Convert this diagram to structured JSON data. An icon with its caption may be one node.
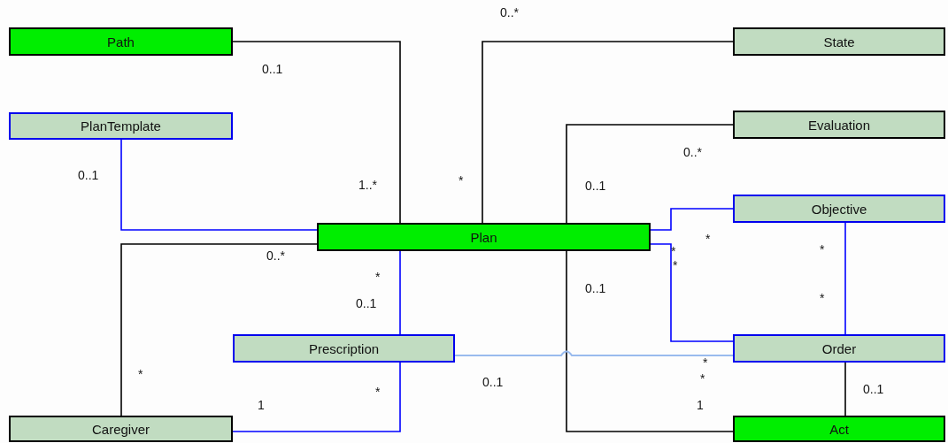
{
  "diagram": {
    "nodes": [
      {
        "text": [
          "Path"
        ]
      },
      {
        "text": [
          "State"
        ]
      },
      {
        "text": [
          "PlanTemplate"
        ]
      },
      {
        "text": [
          "Evaluation"
        ]
      },
      {
        "text": [
          "Plan"
        ]
      },
      {
        "text": [
          "Objective"
        ]
      },
      {
        "text": [
          "Prescription"
        ]
      },
      {
        "text": [
          "Order"
        ]
      },
      {
        "text": [
          "Caregiver"
        ]
      },
      {
        "text": [
          "Act"
        ]
      }
    ],
    "edges": [
      {
        "from": 0,
        "to": 4,
        "arrow": "none"
      },
      {
        "from": 1,
        "to": 4,
        "arrow": "none"
      },
      {
        "from": 3,
        "to": 4,
        "arrow": "none"
      },
      {
        "from": 2,
        "to": 4,
        "arrow": "none",
        "color": "#0000ff"
      },
      {
        "from": 8,
        "to": 4,
        "arrow": "none"
      },
      {
        "from": 4,
        "to": 6,
        "arrow": "none",
        "color": "#0000ff"
      },
      {
        "from": 6,
        "to": 8,
        "arrow": "none",
        "color": "#0000ff"
      },
      {
        "from": 4,
        "to": 5,
        "arrow": "none",
        "color": "#0000ff"
      },
      {
        "from": 4,
        "to": 7,
        "arrow": "none",
        "color": "#0000ff"
      },
      {
        "from": 5,
        "to": 7,
        "arrow": "none",
        "color": "#0000ff"
      },
      {
        "from": 4,
        "to": 9,
        "arrow": "none"
      },
      {
        "from": 6,
        "to": 7,
        "arrow": "none",
        "color": "#99bbee"
      },
      {
        "from": 7,
        "to": 9,
        "arrow": "none"
      }
    ],
    "labels": [
      "0..*",
      "0..1",
      "0..1",
      "1..*",
      "*",
      "0..*",
      "0..1",
      "0..*",
      "*",
      "*",
      "*",
      "*",
      "*",
      "0..1",
      "0..1",
      "*",
      "*",
      "*",
      "*",
      "0..1",
      "0..1",
      "1",
      "*",
      "1"
    ]
  }
}
